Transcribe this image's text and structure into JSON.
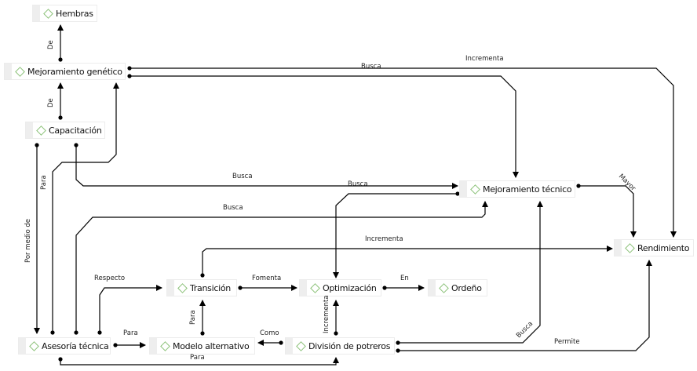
{
  "diagram": {
    "type": "concept-map",
    "nodes": {
      "hembras": "Hembras",
      "mejoramiento_genetico": "Mejoramiento genético",
      "capacitacion": "Capacitación",
      "mejoramiento_tecnico": "Mejoramiento técnico",
      "rendimiento": "Rendimiento",
      "transicion": "Transición",
      "optimizacion": "Optimización",
      "ordeno": "Ordeño",
      "asesoria_tecnica": "Asesoría técnica",
      "modelo_alternativo": "Modelo alternativo",
      "division_potreros": "División de potreros"
    },
    "edges": [
      {
        "from": "mejoramiento_genetico",
        "to": "hembras",
        "label": "De"
      },
      {
        "from": "capacitacion",
        "to": "mejoramiento_genetico",
        "label": "De"
      },
      {
        "from": "mejoramiento_genetico",
        "to": "rendimiento",
        "label": "Incrementa"
      },
      {
        "from": "mejoramiento_genetico",
        "to": "mejoramiento_tecnico",
        "label": "Busca"
      },
      {
        "from": "capacitacion",
        "to": "mejoramiento_tecnico",
        "label": "Busca"
      },
      {
        "from": "mejoramiento_tecnico",
        "to": "optimizacion",
        "label": "Busca"
      },
      {
        "from": "asesoria_tecnica",
        "to": "mejoramiento_tecnico",
        "label": "Busca"
      },
      {
        "from": "mejoramiento_tecnico",
        "to": "rendimiento",
        "label": "Mayor"
      },
      {
        "from": "transicion",
        "to": "rendimiento",
        "label": "Incrementa"
      },
      {
        "from": "capacitacion",
        "to": "asesoria_tecnica",
        "label": "Por medio de"
      },
      {
        "from": "asesoria_tecnica",
        "to": "mejoramiento_genetico",
        "label": "Para"
      },
      {
        "from": "asesoria_tecnica",
        "to": "transicion",
        "label": "Respecto"
      },
      {
        "from": "transicion",
        "to": "optimizacion",
        "label": "Fomenta"
      },
      {
        "from": "optimizacion",
        "to": "ordeno",
        "label": "En"
      },
      {
        "from": "modelo_alternativo",
        "to": "transicion",
        "label": "Para"
      },
      {
        "from": "division_potreros",
        "to": "optimizacion",
        "label": "Incrementa"
      },
      {
        "from": "asesoria_tecnica",
        "to": "modelo_alternativo",
        "label": "Para"
      },
      {
        "from": "division_potreros",
        "to": "modelo_alternativo",
        "label": "Como"
      },
      {
        "from": "asesoria_tecnica",
        "to": "division_potreros",
        "label": "Para"
      },
      {
        "from": "division_potreros",
        "to": "mejoramiento_tecnico",
        "label": "Busca"
      },
      {
        "from": "division_potreros",
        "to": "rendimiento",
        "label": "Permite"
      }
    ]
  }
}
